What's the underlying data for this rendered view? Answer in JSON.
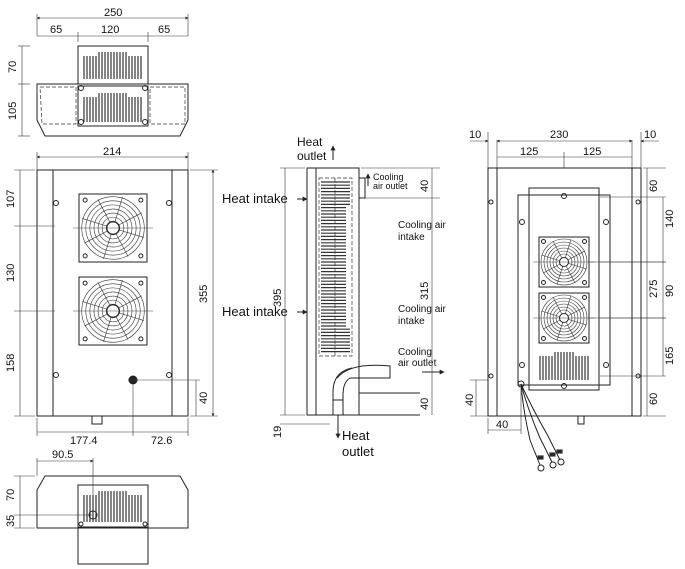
{
  "top_view": {
    "dims": {
      "total": "250",
      "left": "65",
      "mid": "120",
      "right": "65",
      "h1": "70",
      "h2": "105"
    }
  },
  "front_view": {
    "dims": {
      "width": "214",
      "h_top": "107",
      "h_mid": "130",
      "h_bot": "158",
      "h_total": "355",
      "h_base": "40",
      "w_left": "177.4",
      "w_right": "72.6"
    }
  },
  "bottom_view": {
    "dims": {
      "offset": "90.5",
      "h1": "70",
      "h2": "35"
    }
  },
  "side_view": {
    "labels": {
      "heat_outlet_top": [
        "Heat",
        "outlet"
      ],
      "cooling_air_outlet_top": [
        "Cooling",
        "air outlet"
      ],
      "heat_intake_1": "Heat intake",
      "cooling_air_intake_1": [
        "Cooling air",
        "intake"
      ],
      "heat_intake_2": "Heat intake",
      "cooling_air_intake_2": [
        "Cooling air",
        "intake"
      ],
      "cooling_air_outlet_bottom": [
        "Cooling",
        "air outlet"
      ],
      "heat_outlet_bottom": [
        "Heat",
        "outlet"
      ]
    },
    "dims": {
      "h_40_top": "40",
      "h_395": "395",
      "h_315": "315",
      "h_40_bot": "40",
      "h_19": "19"
    }
  },
  "rear_view": {
    "dims": {
      "left_margin": "10",
      "total": "230",
      "right_margin": "10",
      "half_left": "125",
      "half_right": "125",
      "r_60_top": "60",
      "r_140": "140",
      "r_275": "275",
      "r_90": "90",
      "r_165": "165",
      "r_60_bot": "60",
      "l_40": "40",
      "b_40": "40"
    }
  }
}
